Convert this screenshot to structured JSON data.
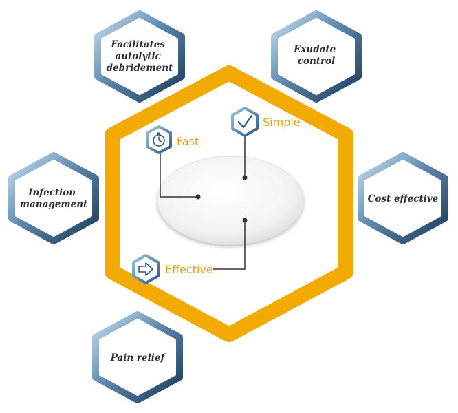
{
  "colors": {
    "central_hex": "#f2a900",
    "outer_hex_dark": "#1f3f5f",
    "outer_hex_light": "#c4dcee",
    "feature_text": "#e8a010",
    "connector": "#333333",
    "icon_stroke": "#2c5a84"
  },
  "benefits": [
    {
      "id": "autolytic",
      "lines": [
        "Facilitates",
        "autolytic",
        "debridement"
      ]
    },
    {
      "id": "exudate",
      "lines": [
        "Exudate",
        "control"
      ]
    },
    {
      "id": "infection",
      "lines": [
        "Infection",
        "management"
      ]
    },
    {
      "id": "cost",
      "lines": [
        "Cost effective"
      ]
    },
    {
      "id": "pain",
      "lines": [
        "Pain relief"
      ]
    }
  ],
  "features": [
    {
      "id": "fast",
      "label": "Fast",
      "icon": "stopwatch-icon"
    },
    {
      "id": "simple",
      "label": "Simple",
      "icon": "checkmark-icon"
    },
    {
      "id": "effective",
      "label": "Effective",
      "icon": "arrow-right-icon"
    }
  ],
  "center_image": "oval-wound-dressing-pad"
}
